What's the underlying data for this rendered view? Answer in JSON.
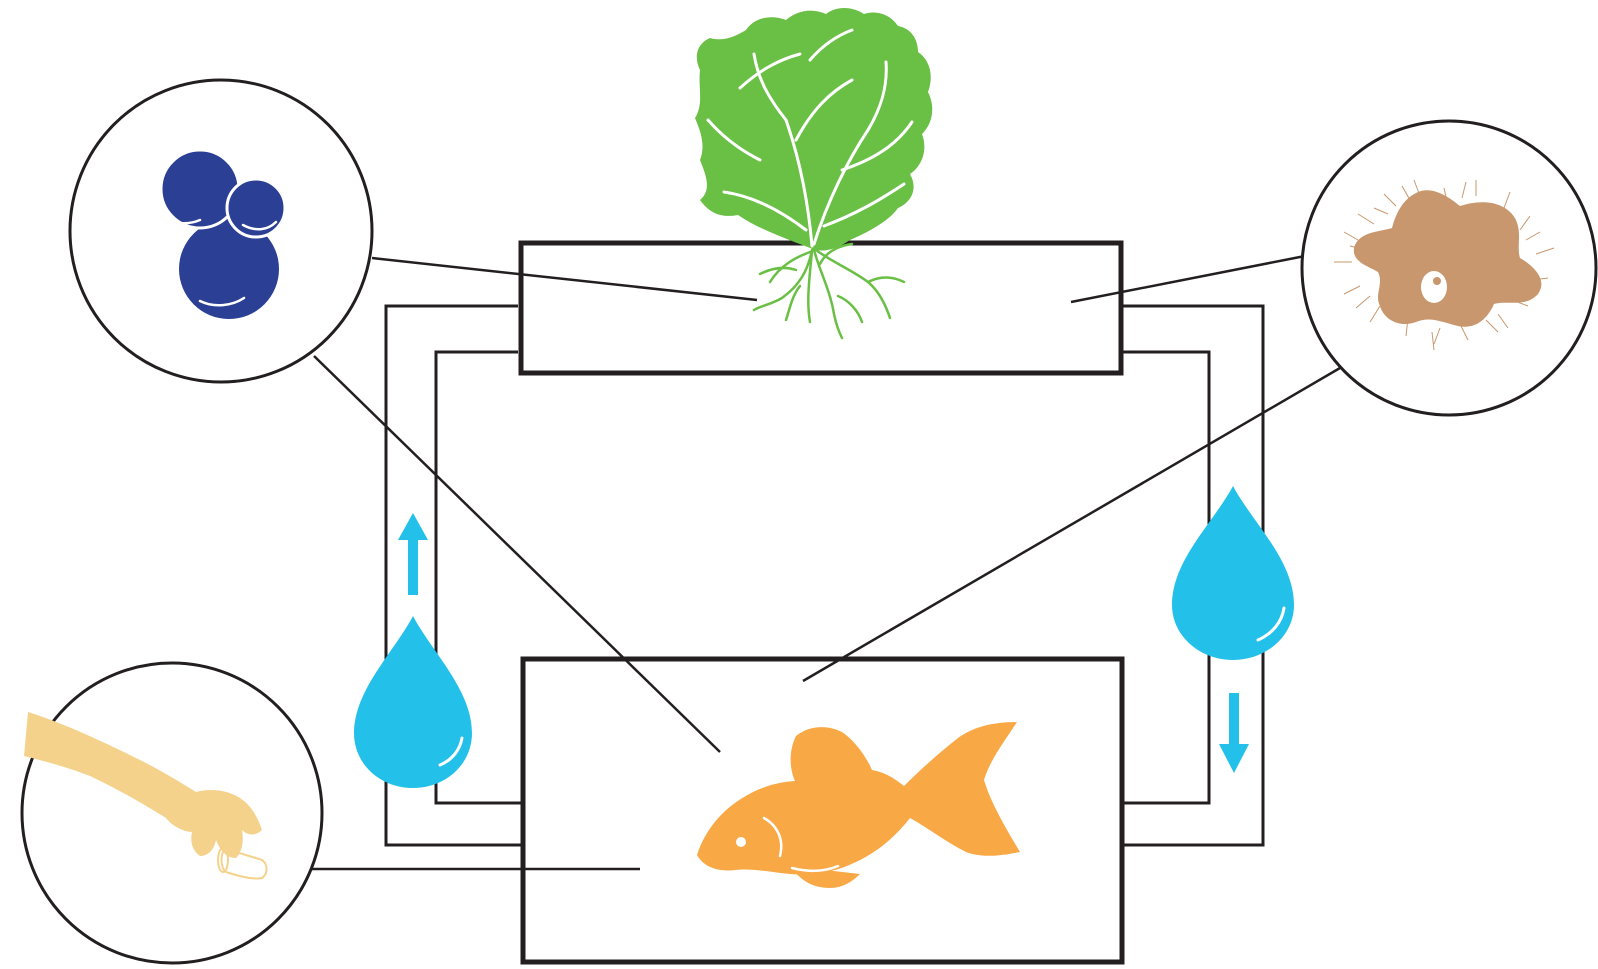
{
  "diagram": {
    "subject": "aquaponics-cycle",
    "components": [
      {
        "id": "grow-bed",
        "content": "plant-icon"
      },
      {
        "id": "fish-tank",
        "content": "fish-icon"
      },
      {
        "id": "pipe-return",
        "flow": "up"
      },
      {
        "id": "pipe-supply",
        "flow": "down"
      }
    ],
    "callouts": [
      {
        "id": "oxygen-callout",
        "icon": "bubbles-icon",
        "links": [
          "grow-bed",
          "fish-tank"
        ]
      },
      {
        "id": "bacteria-callout",
        "icon": "bacteria-icon",
        "links": [
          "grow-bed",
          "fish-tank"
        ]
      },
      {
        "id": "feeding-callout",
        "icon": "hand-feeding-icon",
        "links": [
          "fish-tank"
        ]
      }
    ],
    "icons": [
      "plant-icon",
      "fish-icon",
      "water-drop-icon",
      "arrow-up-icon",
      "arrow-down-icon",
      "bubbles-icon",
      "bacteria-icon",
      "hand-feeding-icon"
    ]
  },
  "colors": {
    "outline": "#231f20",
    "plant": "#6abf45",
    "fish": "#f9a846",
    "water": "#23c0ea",
    "bubbles": "#2b3f95",
    "bacteria": "#c8976e",
    "hand": "#f5d28c",
    "background": "#ffffff"
  }
}
